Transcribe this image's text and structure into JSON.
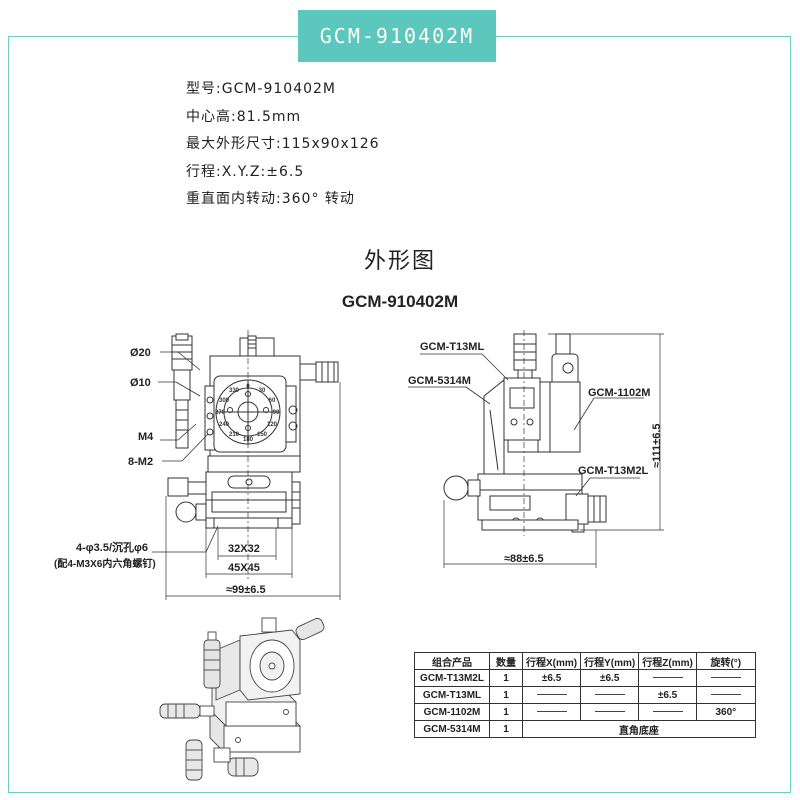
{
  "header": {
    "model_badge": "GCM-910402M"
  },
  "specs": [
    "型号:GCM-910402M",
    "中心高:81.5mm",
    "最大外形尺寸:115x90x126",
    "行程:X.Y.Z:±6.5",
    "重直面内转动:360° 转动"
  ],
  "drawing": {
    "section_title": "外形图",
    "model_title": "GCM-910402M",
    "front_labels": {
      "d20": "Ø20",
      "d10": "Ø10",
      "m4": "M4",
      "m2": "8-M2",
      "hole_spec": "4-φ3.5/沉孔φ6",
      "screw_note": "(配4-M3X6内六角螺钉)",
      "dim_32": "32X32",
      "dim_45": "45X45",
      "dim_99": "≈99±6.5"
    },
    "side_labels": {
      "t13ml": "GCM-T13ML",
      "s5314m": "GCM-5314M",
      "c1102m": "GCM-1102M",
      "t13m2l": "GCM-T13M2L",
      "dim_111": "≈111±6.5",
      "dim_88": "≈88±6.5"
    },
    "dial_numbers": [
      "0",
      "30",
      "60",
      "90",
      "120",
      "150",
      "180",
      "210",
      "240",
      "270",
      "300",
      "330"
    ]
  },
  "table": {
    "headers": [
      "组合产品",
      "数量",
      "行程X(mm)",
      "行程Y(mm)",
      "行程Z(mm)",
      "旋转(°)"
    ],
    "rows": [
      [
        "GCM-T13M2L",
        "1",
        "±6.5",
        "±6.5",
        "",
        ""
      ],
      [
        "GCM-T13ML",
        "1",
        "",
        "",
        "±6.5",
        ""
      ],
      [
        "GCM-1102M",
        "1",
        "",
        "",
        "",
        "360°"
      ],
      [
        "GCM-5314M",
        "1",
        "直角底座"
      ]
    ]
  }
}
